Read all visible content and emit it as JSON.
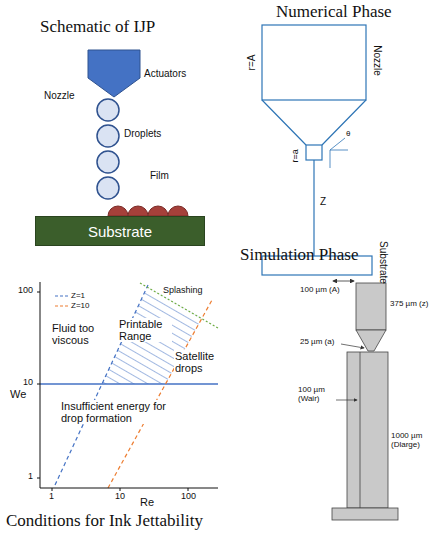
{
  "diagram": {
    "nodes": [
      {
        "text": [
          "Substrate"
        ]
      }
    ],
    "labels": [
      "Schematic of IJP",
      "Actuators",
      "Nozzle",
      "Droplets",
      "Film",
      "Numerical Phase",
      "Nozzle",
      "r=A",
      "r=a",
      "θ",
      "Z",
      "Substrate",
      "Simulation Phase",
      "100 µm (A)",
      "375 µm (z)",
      "25 µm (a)",
      "100 µm (Wair)",
      "1000 µm (Dlarge)",
      "We",
      "100",
      "10",
      "1",
      "1",
      "10",
      "100",
      "Re",
      "Fluid too viscous",
      "Printable Range",
      "Satellite drops",
      "Splashing",
      "Insufficient energy for drop formation",
      "Conditions for Ink Jettability"
    ],
    "legend": [
      {
        "text": "Z=1"
      },
      {
        "text": "Z=10"
      }
    ]
  }
}
